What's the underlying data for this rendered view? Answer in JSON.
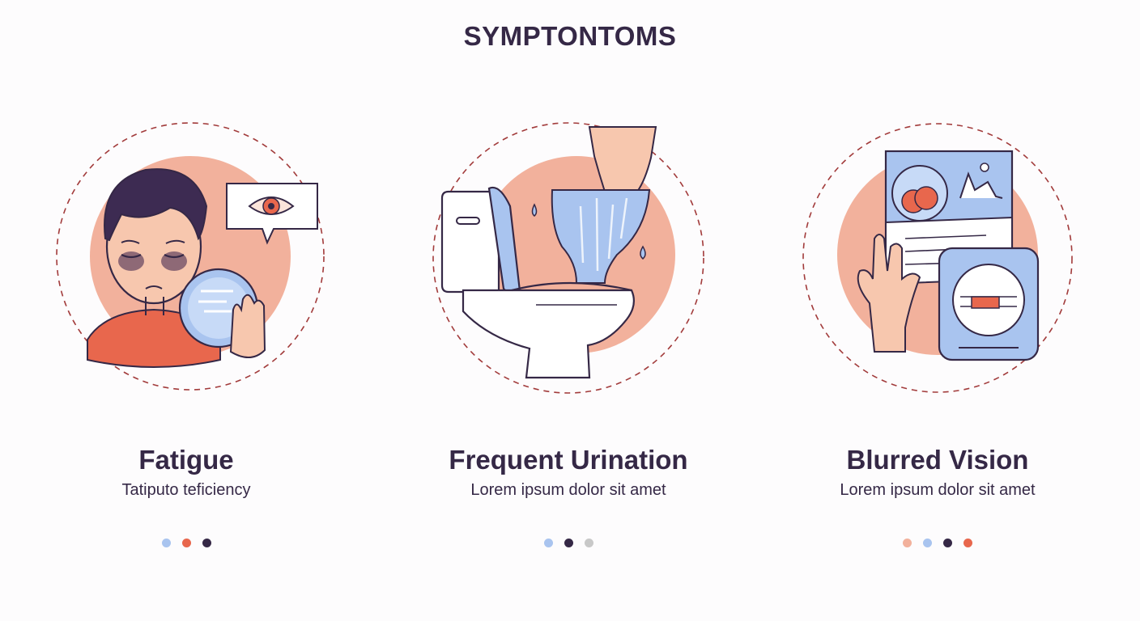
{
  "page": {
    "title": "SYMPTONTOMS"
  },
  "colors": {
    "ink": "#352846",
    "peach": "#f2b19c",
    "blue": "#a9c4ef",
    "red": "#e8674d",
    "grey": "#c8c8c8",
    "dashed": "#a23b3b"
  },
  "cards": [
    {
      "heading": "Fatigue",
      "subtitle": "Tatiputo teficiency",
      "icon": "tired-person-illustration",
      "dots": [
        "#a9c4ef",
        "#e8674d",
        "#352846"
      ]
    },
    {
      "heading": "Frequent Urination",
      "subtitle": "Lorem ipsum dolor sit amet",
      "icon": "toilet-illustration",
      "dots": [
        "#a9c4ef",
        "#352846",
        "#c8c8c8"
      ]
    },
    {
      "heading": "Blurred Vision",
      "subtitle": "Lorem ipsum dolor sit amet",
      "icon": "blurred-vision-illustration",
      "dots": [
        "#f2b19c",
        "#a9c4ef",
        "#352846",
        "#e8674d"
      ]
    }
  ]
}
